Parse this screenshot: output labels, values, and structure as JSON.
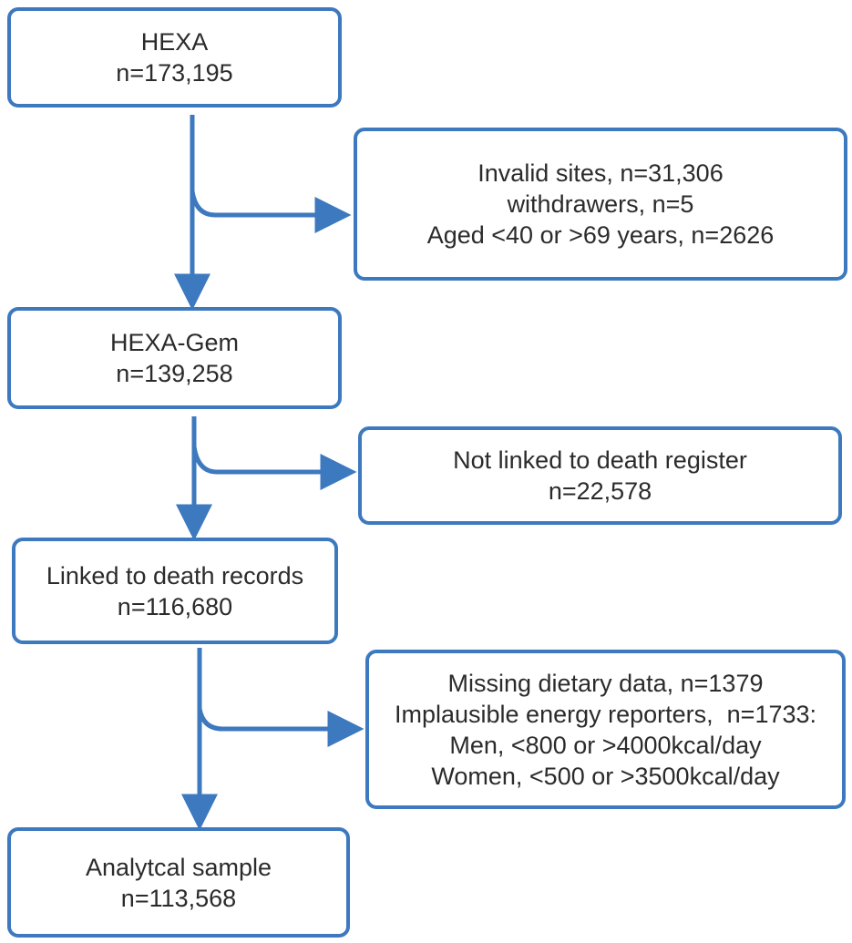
{
  "flowchart": {
    "main_boxes": [
      {
        "lines": [
          "HEXA",
          "n=173,195"
        ]
      },
      {
        "lines": [
          "HEXA-Gem",
          "n=139,258"
        ]
      },
      {
        "lines": [
          "Linked to death records",
          "n=116,680"
        ]
      },
      {
        "lines": [
          "Analytcal sample",
          "n=113,568"
        ]
      }
    ],
    "exclusion_boxes": [
      {
        "lines": [
          "Invalid sites, n=31,306",
          "withdrawers, n=5",
          "Aged <40 or >69 years, n=2626"
        ]
      },
      {
        "lines": [
          "Not linked to death register",
          "n=22,578"
        ]
      },
      {
        "lines": [
          "Missing dietary data, n=1379",
          "Implausible energy reporters,  n=1733:",
          "Men, <800 or >4000kcal/day",
          "Women, <500 or >3500kcal/day"
        ]
      }
    ],
    "colors": {
      "box_border": "#3d79bf",
      "arrow": "#3d79bf",
      "text": "#2b2b2b"
    }
  }
}
